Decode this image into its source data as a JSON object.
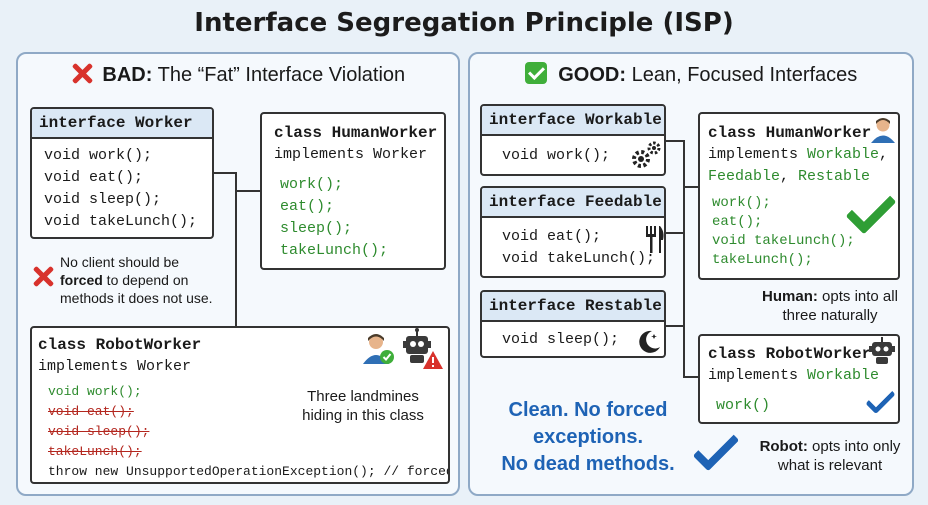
{
  "title": "Interface Segregation Principle (ISP)",
  "bad": {
    "mark": "BAD:",
    "heading": "The “Fat” Interface Violation",
    "worker": {
      "header": "interface Worker",
      "methods": [
        "void work();",
        "void eat();",
        "void sleep();",
        "void takeLunch();"
      ]
    },
    "human": {
      "line1": "class HumanWorker",
      "line2": "implements Worker",
      "methods": [
        "work();",
        "eat();",
        "sleep();",
        "takeLunch();"
      ]
    },
    "rule": {
      "part1": "No client should be",
      "bold": "forced",
      "part2": " to depend on",
      "part3": "methods it does not use."
    },
    "robot": {
      "line1": "class RobotWorker",
      "line2": "implements Worker",
      "method_ok": "void work();",
      "struck": [
        "void eat();",
        "void sleep();",
        "takeLunch();"
      ],
      "throw_line": "throw new UnsupportedOperationException(); // forced!",
      "note": [
        "Three landmines",
        "hiding in this class"
      ]
    }
  },
  "good": {
    "mark": "GOOD:",
    "heading": "Lean, Focused Interfaces",
    "workable": {
      "header": "interface Workable",
      "methods": [
        "void work();"
      ]
    },
    "feedable": {
      "header": "interface Feedable",
      "methods": [
        "void eat();",
        "void takeLunch();"
      ]
    },
    "restable": {
      "header": "interface Restable",
      "methods": [
        "void sleep();"
      ]
    },
    "human": {
      "line1": "class HumanWorker",
      "impl": "implements",
      "i1": "Workable",
      "comma1": ",",
      "i2": "Feedable",
      "comma2": ",",
      "i3": "Restable",
      "methods": [
        "work();",
        "eat();",
        "void takeLunch();",
        "takeLunch();"
      ]
    },
    "human_caption": {
      "bold": "Human:",
      "rest": " opts into all",
      "line2": "three naturally"
    },
    "robot": {
      "line1": "class RobotWorker",
      "impl": "implements",
      "i1": "Workable",
      "method": "work()"
    },
    "robot_caption": {
      "bold": "Robot:",
      "rest": " opts into only",
      "line2": "what is relevant"
    },
    "slogan": [
      "Clean. No forced",
      "exceptions.",
      "No dead methods."
    ]
  },
  "colors": {
    "accent_blue": "#1e63b5",
    "good_green": "#2e8b2e",
    "bad_red": "#d8322c",
    "panel_border": "#8fa9c6"
  },
  "icons": [
    "x-mark-icon",
    "green-checkbox-icon",
    "user-icon",
    "robot-icon",
    "warning-icon",
    "gears-icon",
    "fork-knife-icon",
    "moon-icon",
    "check-icon"
  ]
}
